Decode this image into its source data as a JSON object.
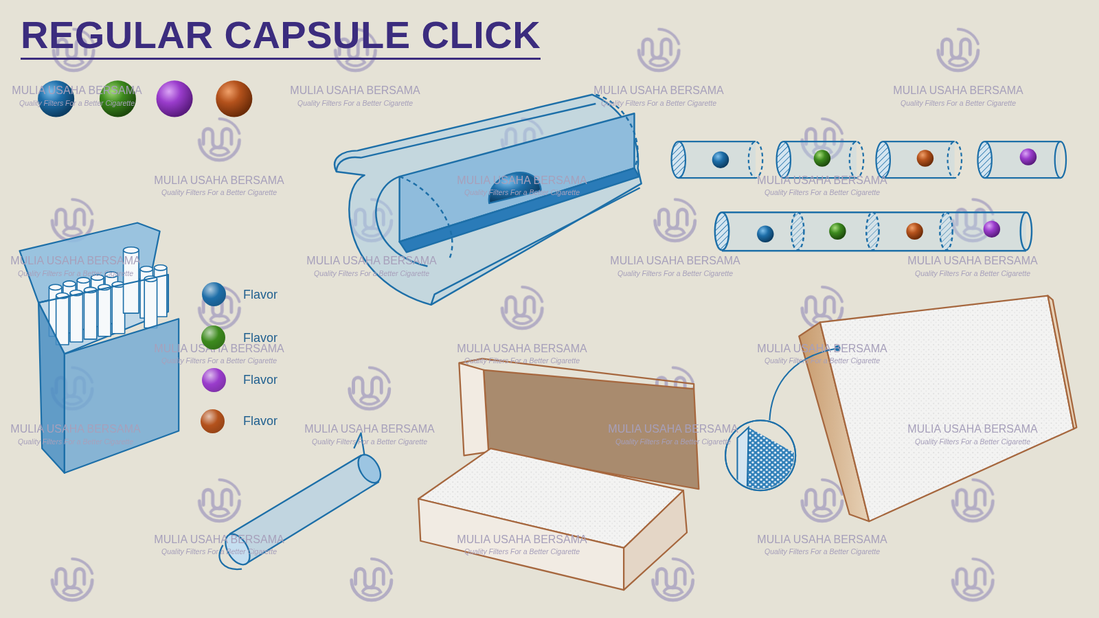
{
  "diagram": {
    "title": "REGULAR CAPSULE CLICK",
    "labels": [
      "MULIA USAHA BERSAMA",
      "Quality Filters For a Better Cigarette",
      "MULIA USAHA BERSAMA",
      "Quality Filters For a Better Cigarette",
      "MULIA USAHA BERSAMA",
      "Quality Filters For a Better Cigarette",
      "MULIA USAHA BERSAMA",
      "Quality Filters For a Better Cigarette",
      "MULIA USAHA BERSAMA",
      "Quality Filters For a Better Cigarette",
      "MULIA USAHA BERSAMA",
      "Quality Filters For a Better Cigarette",
      "MULIA USAHA BERSAMA",
      "Quality Filters For a Better Cigarette",
      "MULIA USAHA BERSAMA",
      "Quality Filters For a Better Cigarette",
      "MULIA USAHA BERSAMA",
      "Quality Filters For a Better Cigarette",
      "MULIA USAHA BERSAMA",
      "Quality Filters For a Better Cigarette",
      "MULIA USAHA BERSAMA",
      "Quality Filters For a Better Cigarette",
      "MULIA USAHA BERSAMA",
      "Quality Filters For a Better Cigarette",
      "MULIA USAHA BERSAMA",
      "Quality Filters For a Better Cigarette",
      "MULIA USAHA BERSAMA",
      "Quality Filters For a Better Cigarette",
      "MULIA USAHA BERSAMA",
      "Quality Filters For a Better Cigarette",
      "MULIA USAHA BERSAMA",
      "Quality Filters For a Better Cigarette",
      "MULIA USAHA BERSAMA",
      "Quality Filters For a Better Cigarette",
      "MULIA USAHA BERSAMA",
      "Quality Filters For a Better Cigarette",
      "MULIA USAHA BERSAMA",
      "Quality Filters For a Better Cigarette",
      "MULIA USAHA BERSAMA",
      "Quality Filters For a Better Cigarette",
      "MULIA USAHA BERSAMA",
      "Quality Filters For a Better Cigarette"
    ],
    "legend": [
      {
        "text": "Flavor",
        "color": "#1e6ea8"
      },
      {
        "text": "Flavor",
        "color": "#3d8a1e"
      },
      {
        "text": "Flavor",
        "color": "#9a3ccc"
      },
      {
        "text": "Flavor",
        "color": "#b4521c"
      }
    ]
  }
}
